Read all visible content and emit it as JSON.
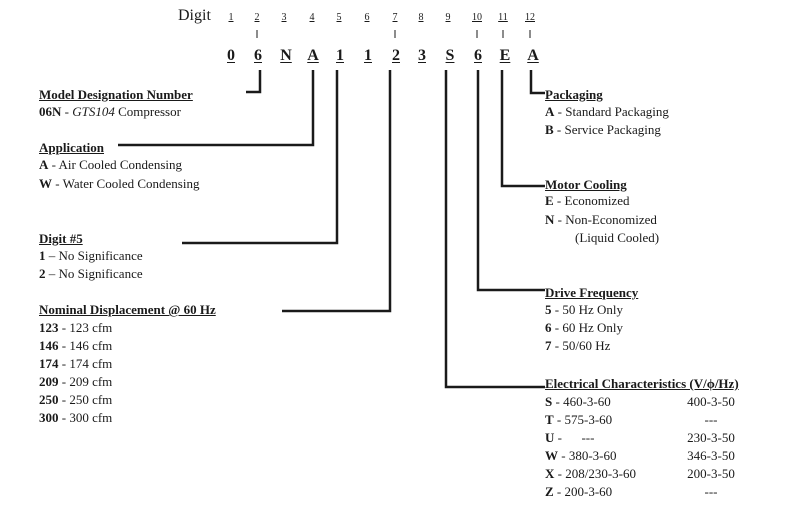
{
  "digit_label": "Digit",
  "positions": [
    "1",
    "2",
    "3",
    "4",
    "5",
    "6",
    "7",
    "8",
    "9",
    "10",
    "11",
    "12"
  ],
  "codes": [
    "0",
    "6",
    "N",
    "A",
    "1",
    "1",
    "2",
    "3",
    "S",
    "6",
    "E",
    "A"
  ],
  "model": {
    "title": "Model Designation Number",
    "code": "06N",
    "sep": " - ",
    "name": "GTS104",
    "suffix": " Compressor"
  },
  "application": {
    "title": "Application",
    "items": [
      {
        "code": "A",
        "text": " - Air Cooled Condensing"
      },
      {
        "code": "W",
        "text": " - Water Cooled Condensing"
      }
    ]
  },
  "digit5": {
    "title": "Digit #5",
    "items": [
      {
        "code": "1",
        "text": " – No Significance"
      },
      {
        "code": "2",
        "text": " – No Significance"
      }
    ]
  },
  "displacement": {
    "title": "Nominal Displacement @ 60 Hz",
    "items": [
      {
        "code": "123",
        "text": " - 123 cfm"
      },
      {
        "code": "146",
        "text": " - 146 cfm"
      },
      {
        "code": "174",
        "text": " - 174 cfm"
      },
      {
        "code": "209",
        "text": " - 209 cfm"
      },
      {
        "code": "250",
        "text": " - 250 cfm"
      },
      {
        "code": "300",
        "text": " - 300 cfm"
      }
    ]
  },
  "packaging": {
    "title": "Packaging",
    "items": [
      {
        "code": "A",
        "text": " - Standard Packaging"
      },
      {
        "code": "B",
        "text": " - Service Packaging"
      }
    ]
  },
  "motor": {
    "title": "Motor Cooling",
    "items": [
      {
        "code": "E",
        "text": " - Economized"
      },
      {
        "code": "N",
        "text": " - Non-Economized"
      }
    ],
    "note": "(Liquid Cooled)"
  },
  "drive": {
    "title": "Drive Frequency",
    "items": [
      {
        "code": "5",
        "text": " - 50 Hz Only"
      },
      {
        "code": "6",
        "text": " - 60 Hz Only"
      },
      {
        "code": "7",
        "text": " - 50/60 Hz"
      }
    ]
  },
  "electrical": {
    "title": "Electrical Characteristics (V/ϕ/Hz)",
    "rows": [
      {
        "code": "S",
        "v60": " - 460-3-60",
        "v50": "400-3-50"
      },
      {
        "code": "T",
        "v60": " - 575-3-60",
        "v50": "---"
      },
      {
        "code": "U",
        "v60": " -      ---",
        "v50": "230-3-50"
      },
      {
        "code": "W",
        "v60": " - 380-3-60",
        "v50": "346-3-50"
      },
      {
        "code": "X",
        "v60": " - 208/230-3-60",
        "v50": "200-3-50"
      },
      {
        "code": "Z",
        "v60": " - 200-3-60",
        "v50": "---"
      }
    ]
  }
}
